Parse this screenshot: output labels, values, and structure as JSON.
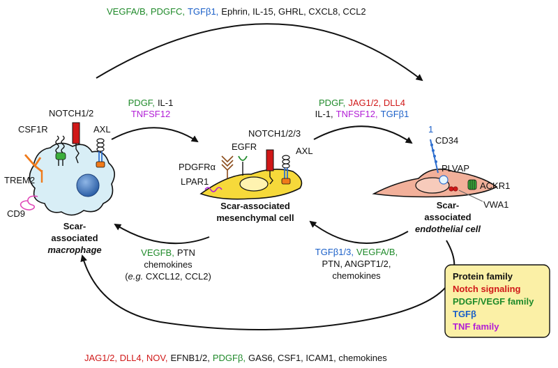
{
  "colors": {
    "notch": "#d01818",
    "pdgf_vegf": "#1f8a2a",
    "tgfb": "#1a5fc8",
    "tnf": "#b21ed6",
    "legend_bg": "#fbf0a6"
  },
  "cells": {
    "macrophage": {
      "line1": "Scar-",
      "line2": "associated",
      "line3": "macrophage"
    },
    "mesenchymal": {
      "line1": "Scar-associated",
      "line2": "mesenchymal cell"
    },
    "endothelial": {
      "line1": "Scar-",
      "line2": "associated",
      "line3": "endothelial cell"
    }
  },
  "receptors": {
    "csf1r": "CSF1R",
    "notch12": "NOTCH1/2",
    "axl_mac": "AXL",
    "trem2": "TREM2",
    "cd9": "CD9",
    "pdgfra": "PDGFRα",
    "egfr": "EGFR",
    "notch123": "NOTCH1/2/3",
    "axl_mes": "AXL",
    "lpar1": "LPAR1",
    "cd34": "CD34",
    "plvap": "PLVAP",
    "ackr1": "ACKR1",
    "vwa1": "VWA1",
    "stray": "1"
  },
  "signals": {
    "top": {
      "s1": "VEGFA/B, PDGFC,",
      "s2": "TGFβ1,",
      "s3": "Ephrin, IL-15, GHRL, CXCL8, CCL2"
    },
    "mac_to_mes": {
      "s1": "PDGF,",
      "s2": "IL-1",
      "s3": "TNFSF12"
    },
    "mes_to_endo": {
      "s1": "PDGF,",
      "s2": "JAG1/2, DLL4",
      "s3": "IL-1,",
      "s4": "TNFSF12,",
      "s5": "TGFβ1"
    },
    "mes_to_mac": {
      "s1": "VEGFB,",
      "s2": "PTN",
      "s3": "chemokines",
      "s4": "(",
      "s5": "e.g.",
      "s6": " CXCL12, CCL2)"
    },
    "endo_to_mes": {
      "s1": "TGFβ1/3,",
      "s2": "VEGFA/B,",
      "s3": "PTN, ANGPT1/2,",
      "s4": "chemokines"
    },
    "bottom": {
      "s1": "JAG1/2, DLL4, NOV,",
      "s2": "EFNB1/2,",
      "s3": "PDGFβ,",
      "s4": "GAS6, CSF1, ICAM1, chemokines"
    }
  },
  "legend": {
    "title": "Protein family",
    "items": [
      "Notch signaling",
      "PDGF/VEGF family",
      "TGFβ",
      "TNF family"
    ]
  }
}
